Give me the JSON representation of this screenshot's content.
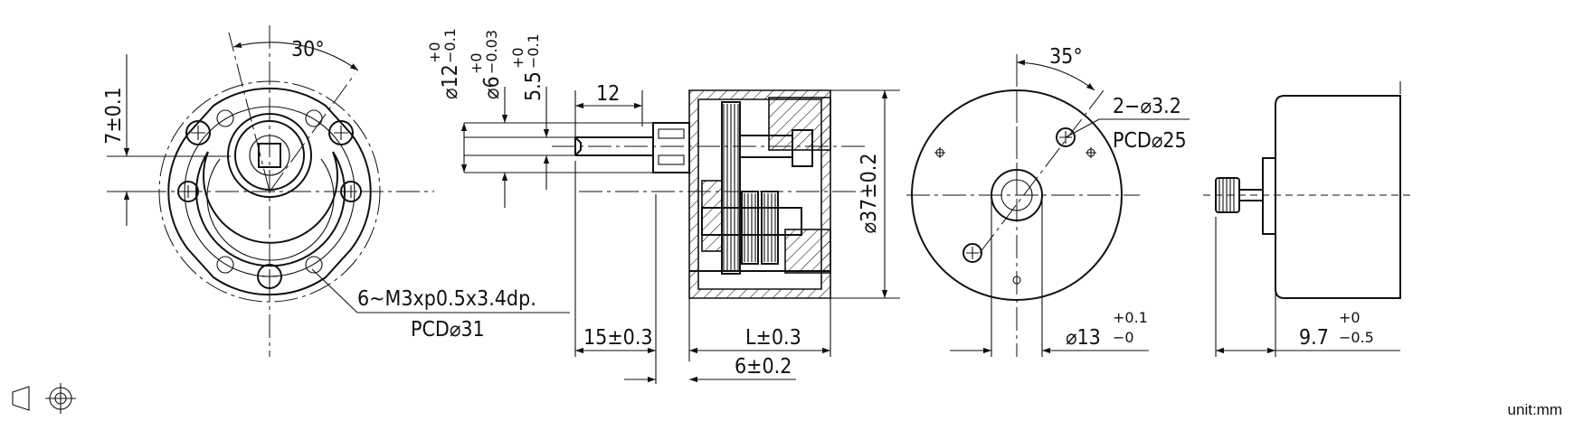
{
  "front_view": {
    "angle": "30°",
    "height_dim": "7±0.1",
    "thread_note": "6~M3xp0.5x3.4dp.",
    "pcd_note": "PCD⌀31"
  },
  "side_view": {
    "dia_shaft_main": "⌀12",
    "dia_shaft_main_tol_upper": "+0",
    "dia_shaft_main_tol_lower": "−0.1",
    "dia_shaft_small": "⌀6",
    "dia_shaft_small_tol_upper": "+0",
    "dia_shaft_small_tol_lower": "−0.03",
    "flat_dim": "5.5",
    "flat_tol_upper": "+0",
    "flat_tol_lower": "−0.1",
    "shaft_len": "12",
    "body_dia": "⌀37±0.2",
    "shaft_ext": "15±0.3",
    "length": "L±0.3",
    "gear_len": "6±0.2"
  },
  "rear_view": {
    "angle": "35°",
    "hole_note": "2−⌀3.2",
    "pcd_note": "PCD⌀25",
    "boss_dia": "⌀13",
    "boss_tol_upper": "+0.1",
    "boss_tol_lower": "−0"
  },
  "motor_view": {
    "dim": "9.7",
    "dim_tol_upper": "+0",
    "dim_tol_lower": "−0.5"
  },
  "symbols": {
    "projection_icon": "third-angle-projection"
  },
  "unit_label": "unit:mm"
}
